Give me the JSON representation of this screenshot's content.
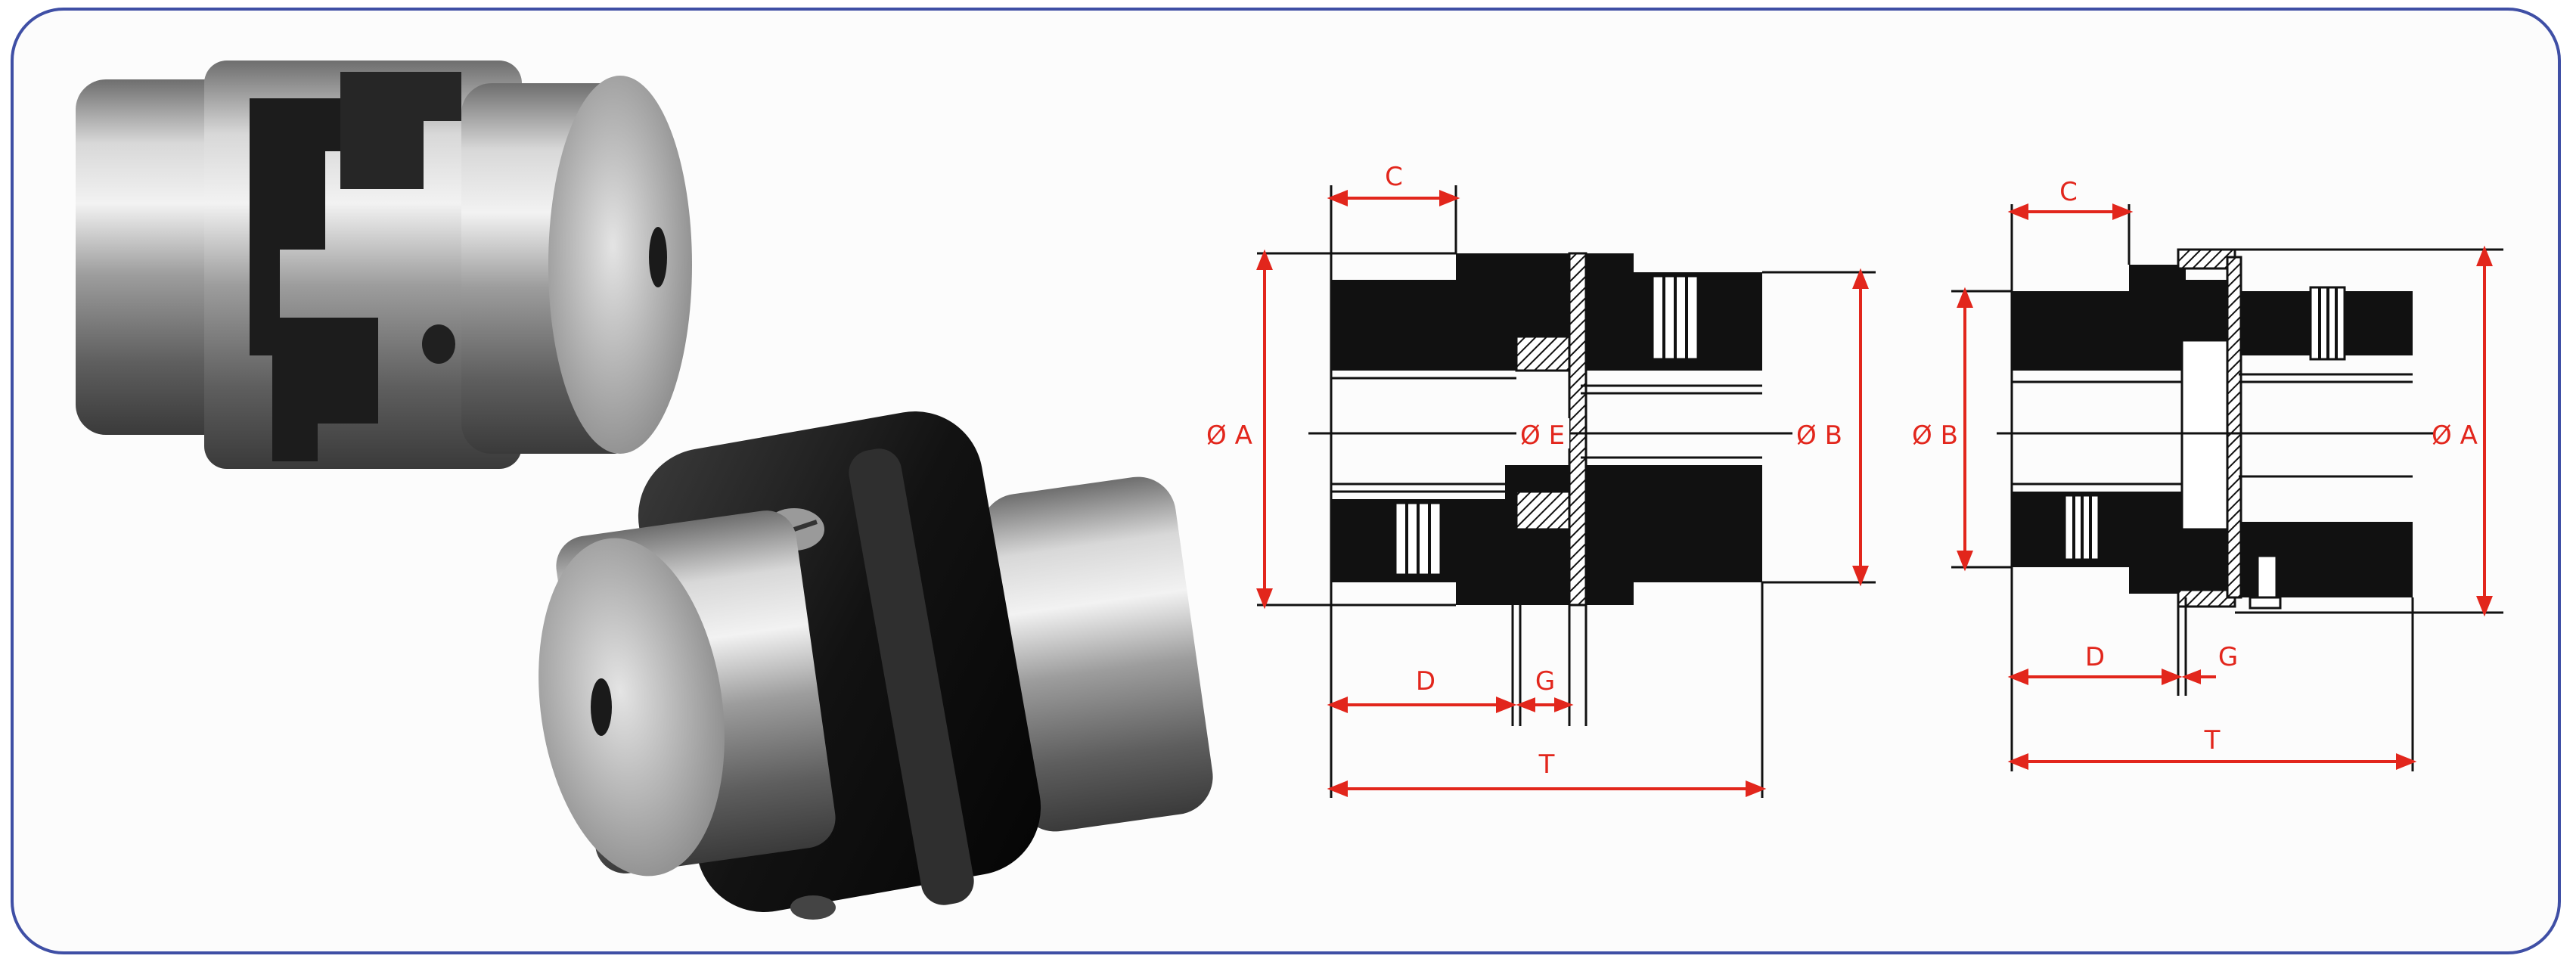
{
  "colors": {
    "frame": "#3f4fa5",
    "dimension": "#e2261c",
    "drawing": "#111111",
    "steel": "#b7b7b7",
    "rubber": "#1a1a1a"
  },
  "photos": [
    {
      "name": "jaw-coupling-photo"
    },
    {
      "name": "shrouded-coupling-photo"
    }
  ],
  "left_drawing": {
    "labels": {
      "c": "C",
      "diam_a": "Ø A",
      "diam_e": "Ø E",
      "diam_b": "Ø B",
      "d": "D",
      "g": "G",
      "t": "T"
    }
  },
  "right_drawing": {
    "labels": {
      "c": "C",
      "diam_b": "Ø B",
      "diam_a": "Ø A",
      "d": "D",
      "g": "G",
      "t": "T"
    }
  }
}
